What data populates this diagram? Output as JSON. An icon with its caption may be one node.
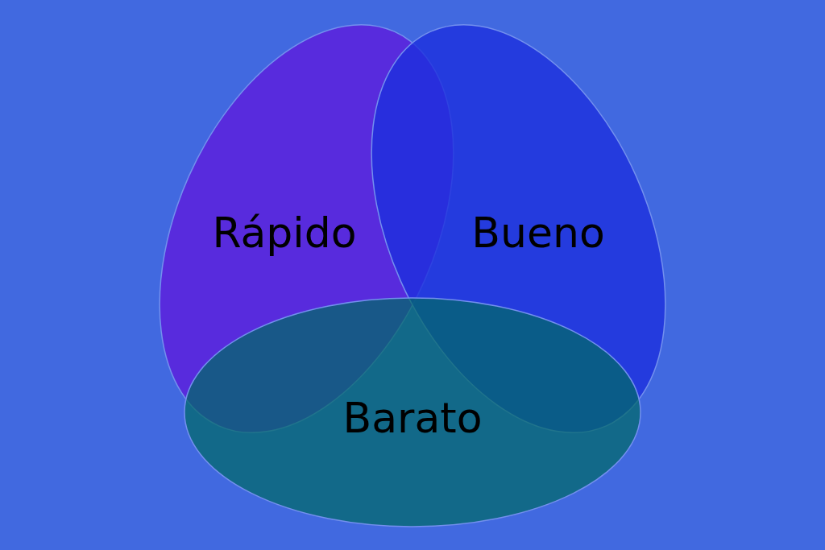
{
  "diagram": {
    "nodes": [
      {
        "text": [
          "Rápido"
        ]
      },
      {
        "text": [
          "Bueno"
        ]
      },
      {
        "text": [
          "Barato"
        ]
      }
    ],
    "edges": []
  }
}
